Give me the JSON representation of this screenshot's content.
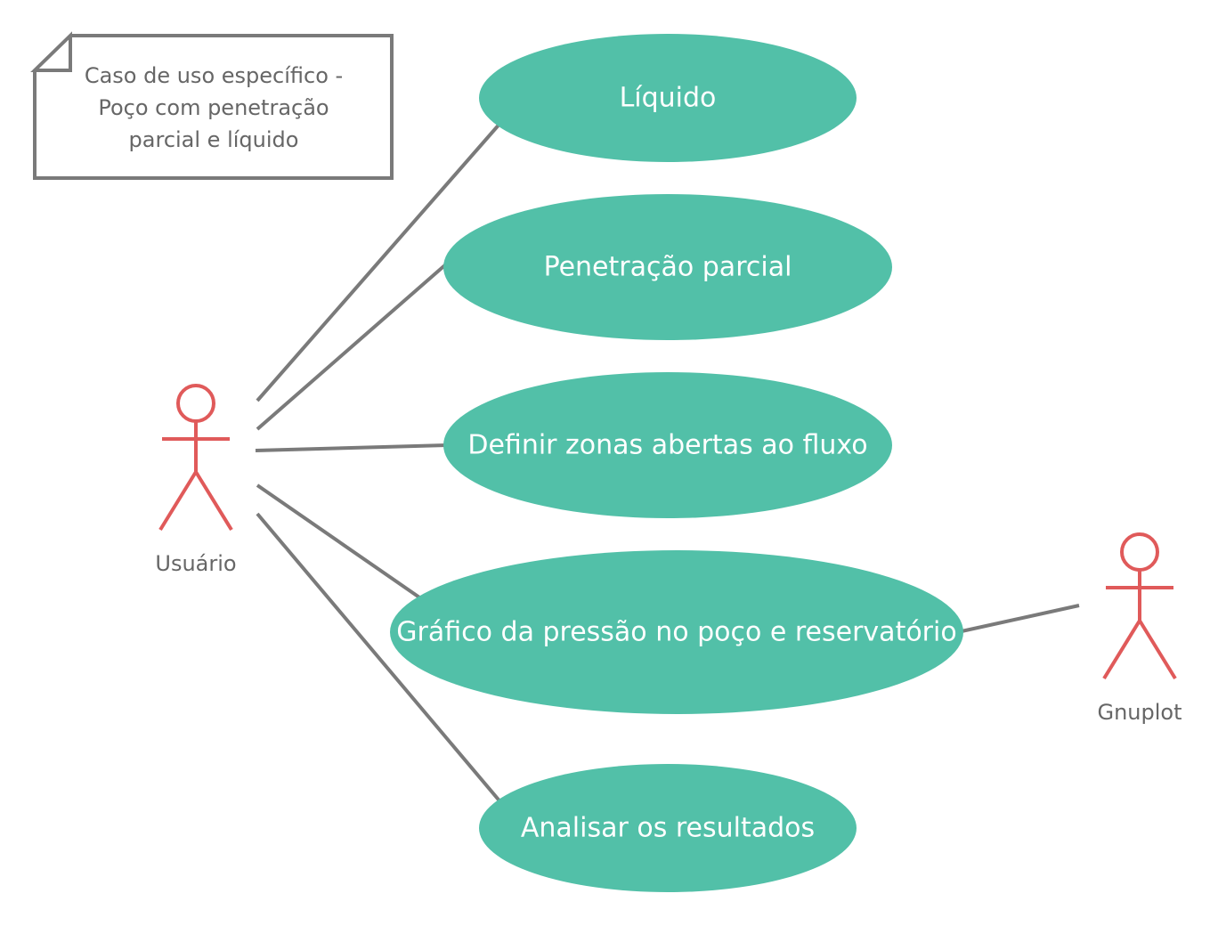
{
  "note": {
    "lines": [
      "Caso de uso específico -",
      "Poço com penetração",
      "parcial e líquido"
    ]
  },
  "actors": {
    "user": {
      "name": "Usuário"
    },
    "gnuplot": {
      "name": "Gnuplot"
    }
  },
  "use_cases": {
    "liquid": {
      "label": "Líquido"
    },
    "partial_penetration": {
      "label": "Penetração parcial"
    },
    "open_zones": {
      "label": "Definir zonas abertas ao fluxo"
    },
    "pressure_chart": {
      "label": "Gráfico da pressão no poço e reservatório"
    },
    "analyze": {
      "label": "Analisar os resultados"
    }
  },
  "colors": {
    "use_case_fill": "#52c0a8",
    "actor_stroke": "#e05a5a",
    "connector": "#7a7a7a",
    "text_gray": "#666666"
  }
}
